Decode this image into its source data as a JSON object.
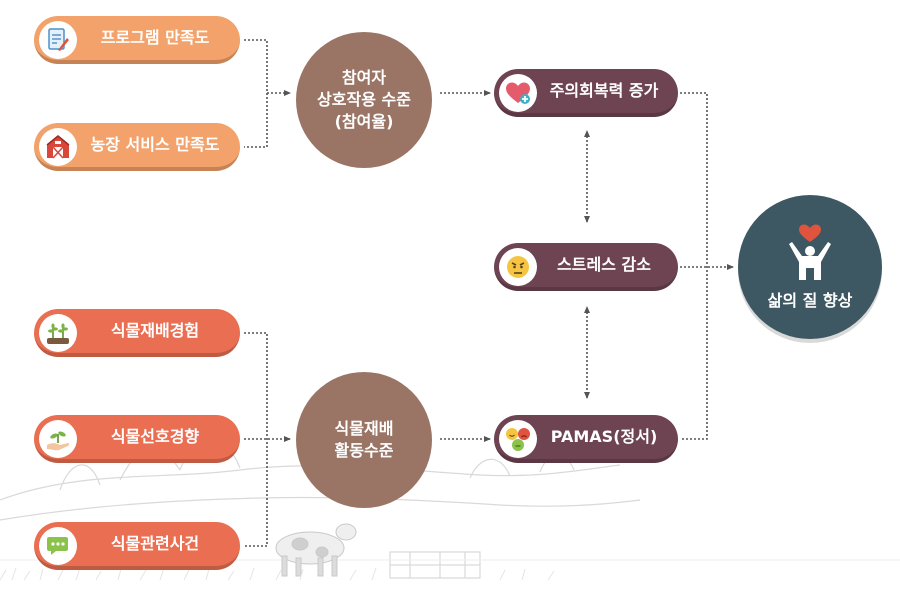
{
  "colors": {
    "orange": "#f2a26a",
    "coral": "#ea6f52",
    "plum": "#6e4452",
    "brown": "#9a7566",
    "teal": "#3d5862",
    "connector": "#555555"
  },
  "inputs_top": [
    {
      "label": "프로그램 만족도",
      "icon": "document-pen-icon"
    },
    {
      "label": "농장 서비스 만족도",
      "icon": "barn-icon"
    }
  ],
  "inputs_bottom": [
    {
      "label": "식물재배경험",
      "icon": "sprouts-icon"
    },
    {
      "label": "식물선호경향",
      "icon": "hand-sprout-icon"
    },
    {
      "label": "식물관련사건",
      "icon": "chat-bubble-icon"
    }
  ],
  "mediators": {
    "top": {
      "lines": [
        "참여자",
        "상호작용 수준",
        "(참여율)"
      ]
    },
    "bottom": {
      "lines": [
        "식물재배",
        "활동수준"
      ]
    }
  },
  "outcomes": [
    {
      "label": "주의회복력 증가",
      "icon": "heart-plus-icon"
    },
    {
      "label": "스트레스 감소",
      "icon": "angry-face-icon"
    },
    {
      "label": "PAMAS(정서)",
      "icon": "mood-faces-icon"
    }
  ],
  "final": {
    "label": "삶의 질 향상",
    "icon": "person-heart-icon"
  }
}
